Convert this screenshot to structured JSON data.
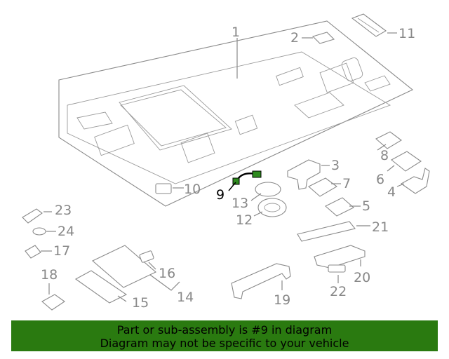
{
  "callouts": {
    "c1": "1",
    "c2": "2",
    "c3": "3",
    "c4": "4",
    "c5": "5",
    "c6": "6",
    "c7": "7",
    "c8": "8",
    "c9": "9",
    "c10": "10",
    "c11": "11",
    "c12": "12",
    "c13": "13",
    "c14": "14",
    "c15": "15",
    "c16": "16",
    "c17": "17",
    "c18": "18",
    "c19": "19",
    "c20": "20",
    "c21": "21",
    "c22": "22",
    "c23": "23",
    "c24": "24"
  },
  "highlight_part": "9",
  "colors": {
    "banner_bg": "#2a7a10",
    "callout": "#888888",
    "highlight": "#000000",
    "highlight_part": "#2e8b1e"
  },
  "banner": {
    "line1": "Part or sub-assembly is #9 in diagram",
    "line2": "Diagram may not be specific to your vehicle"
  }
}
